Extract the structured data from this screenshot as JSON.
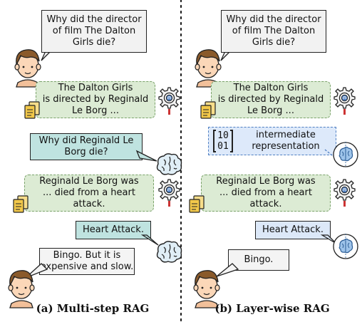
{
  "left": {
    "question": "Why did the director\nof film The Dalton\nGirls die?",
    "doc1": "The Dalton Girls\nis directed by Reginald\nLe Borg ...",
    "llm_question": "Why did Reginald Le\nBorg die?",
    "doc2": "Reginald Le Borg was\n... died from a heart\nattack.",
    "answer": "Heart Attack.",
    "bingo": "Bingo. But it is\nexpensive and slow.",
    "caption": "(a) Multi-step RAG"
  },
  "right": {
    "question": "Why did the director\nof film The Dalton\nGirls die?",
    "doc1": "The Dalton Girls\nis directed by Reginald\nLe Borg ...",
    "matrix_row1": "10",
    "matrix_row2": "01",
    "intermediate": "intermediate\nrepresentation",
    "doc2": "Reginald Le Borg was\n... died from a heart\nattack.",
    "answer": "Heart Attack.",
    "bingo": "Bingo.",
    "caption": "(b) Layer-wise RAG"
  },
  "icons": [
    "person-icon",
    "document-icon",
    "retriever-gear-icon",
    "brain-icon"
  ],
  "colors": {
    "doc_fill": "#dcebd4",
    "llm_fill": "#bfe3e0",
    "intermediate_fill": "#dde9fa",
    "question_fill": "#f2f2f2"
  }
}
